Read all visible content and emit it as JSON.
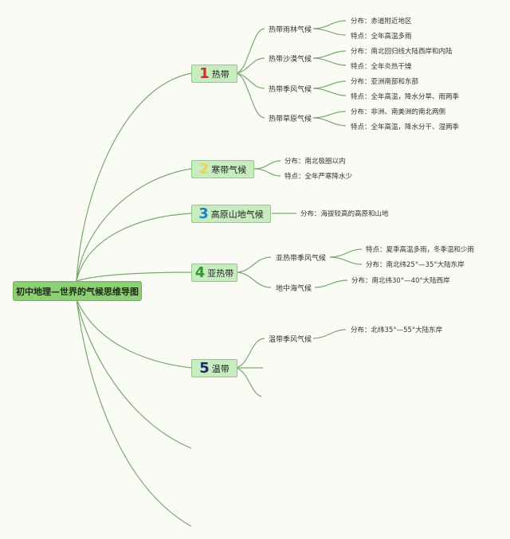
{
  "root": {
    "label": "初中地理—世界的气候思维导图"
  },
  "colors": {
    "line": "#7aa86e",
    "root_bg": "#8ccf74",
    "node_bg": "#c6ecc0"
  },
  "categories": [
    {
      "num": "1",
      "num_color": "#d42a2a",
      "label": "热带",
      "subs": [
        {
          "label": "热带雨林气候",
          "leaves": [
            "分布：赤道附近地区",
            "特点：全年高温多雨"
          ]
        },
        {
          "label": "热带沙漠气候",
          "leaves": [
            "分布：南北回归线大陆西岸和内陆",
            "特点：全年炎热干燥"
          ]
        },
        {
          "label": "热带季风气候",
          "leaves": [
            "分布：亚洲南部和东部",
            "特点：全年高温，降水分旱、雨两季"
          ]
        },
        {
          "label": "热带草原气候",
          "leaves": [
            "分布：非洲、南美洲的南北两侧",
            "特点：全年高温，降水分干、湿两季"
          ]
        }
      ]
    },
    {
      "num": "2",
      "num_color": "#f2d24a",
      "label": "寒带气候",
      "leaves": [
        "分布：南北极圈以内",
        "特点：全年严寒降水少"
      ]
    },
    {
      "num": "3",
      "num_color": "#1f7fc9",
      "label": "高原山地气候",
      "leaves": [
        "分布：海拔较高的高原和山地"
      ]
    },
    {
      "num": "4",
      "num_color": "#2e9a2e",
      "label": "亚热带",
      "subs": [
        {
          "label": "亚热带季风气候",
          "leaves": [
            "特点：夏季高温多雨，冬季温和少雨",
            "分布：南北纬25°—35°大陆东岸"
          ]
        },
        {
          "label": "地中海气候",
          "leaves": [
            "分布：南北纬30°—40°大陆西岸"
          ]
        }
      ]
    },
    {
      "num": "5",
      "num_color": "#1a2a6c",
      "label": "温带",
      "subs": [
        {
          "label": "温带季风气候",
          "leaves": [
            "分布：北纬35°—55°大陆东岸"
          ]
        }
      ]
    }
  ]
}
